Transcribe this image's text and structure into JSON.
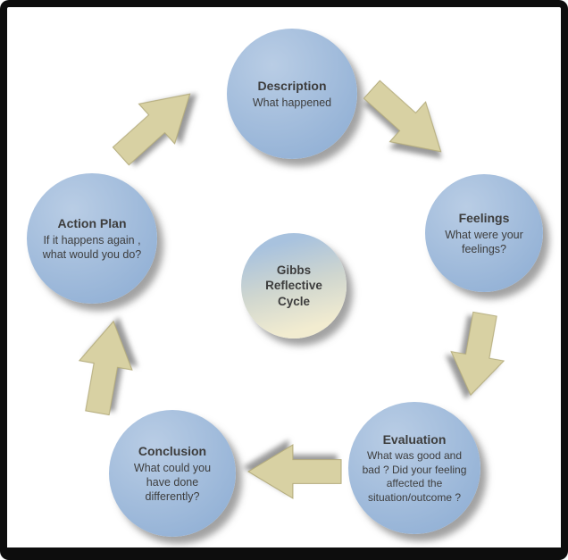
{
  "diagram": {
    "center": {
      "title": "Gibbs Reflective Cycle"
    },
    "nodes": [
      {
        "id": "description",
        "title": "Description",
        "subtitle": "What happened"
      },
      {
        "id": "feelings",
        "title": "Feelings",
        "subtitle": "What were your feelings?"
      },
      {
        "id": "evaluation",
        "title": "Evaluation",
        "subtitle": "What was good and bad ? Did your feeling affected the situation/outcome ?"
      },
      {
        "id": "conclusion",
        "title": "Conclusion",
        "subtitle": "What could you have done differently?"
      },
      {
        "id": "action-plan",
        "title": "Action Plan",
        "subtitle": "If it happens again , what would you do?"
      }
    ],
    "arrows": [
      {
        "from": "description",
        "to": "feelings"
      },
      {
        "from": "feelings",
        "to": "evaluation"
      },
      {
        "from": "evaluation",
        "to": "conclusion"
      },
      {
        "from": "conclusion",
        "to": "action-plan"
      },
      {
        "from": "action-plan",
        "to": "description"
      }
    ],
    "colors": {
      "circle_fill_top": "#b9cde5",
      "circle_fill_bottom": "#94b2d6",
      "center_top": "#a8c2de",
      "center_bottom": "#f2ecd0",
      "arrow_fill": "#d8d1a3",
      "arrow_edge": "#b5ad7e",
      "text": "#3d3d3d",
      "background": "#ffffff",
      "frame": "#0d0d0d"
    }
  }
}
